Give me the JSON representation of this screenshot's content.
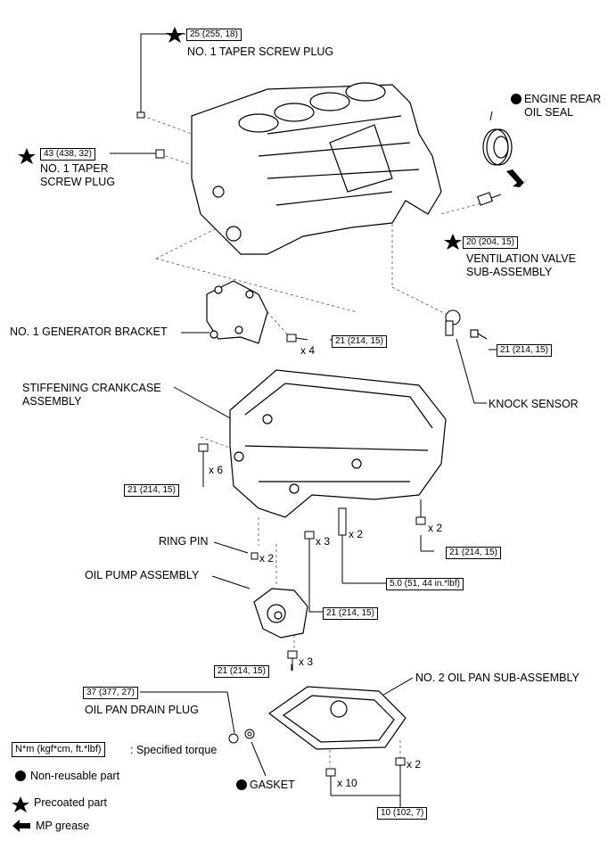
{
  "labels": {
    "taper_plug_top": "NO. 1 TAPER SCREW PLUG",
    "taper_plug_left": [
      "NO. 1 TAPER",
      "SCREW PLUG"
    ],
    "engine_rear_oil_seal": [
      "ENGINE REAR",
      "OIL SEAL"
    ],
    "ventilation_valve": [
      "VENTILATION VALVE",
      "SUB-ASSEMBLY"
    ],
    "generator_bracket": "NO. 1 GENERATOR BRACKET",
    "knock_sensor": "KNOCK SENSOR",
    "stiffening_crankcase": [
      "STIFFENING CRANKCASE",
      "ASSEMBLY"
    ],
    "ring_pin": "RING PIN",
    "oil_pump": "OIL PUMP ASSEMBLY",
    "oil_pan": "NO. 2 OIL PAN SUB-ASSEMBLY",
    "drain_plug": "OIL PAN DRAIN PLUG",
    "gasket": "GASKET"
  },
  "torques": {
    "t_top_plug": "25 (255, 18)",
    "t_left_plug": "43 (438, 32)",
    "t_vent_valve": "20 (204, 15)",
    "t_bracket": "21 (214, 15)",
    "t_knock": "21 (214, 15)",
    "t_crank_left": "21 (214, 15)",
    "t_crank_right": "21 (214, 15)",
    "t_stud": "5.0 (51, 44 in.*lbf)",
    "t_pump_mid": "21 (214, 15)",
    "t_pump_low": "21 (214, 15)",
    "t_drain": "37 (377, 27)",
    "t_pan": "10 (102, 7)"
  },
  "quantities": {
    "q_bracket": "x 4",
    "q_crank_left": "x 6",
    "q_stud": "x 2",
    "q_crank_right": "x 2",
    "q_ring_pin": "x 2",
    "q_pump_mid": "x 3",
    "q_pump_low": "x 3",
    "q_pan_bolt": "x 2",
    "q_pan_bolt10": "x 10"
  },
  "legend": {
    "torque_box": "N*m (kgf*cm, ft.*lbf)",
    "torque_text": ": Specified torque",
    "non_reusable": "Non-reusable part",
    "precoated": "Precoated part",
    "mp_grease": "MP grease"
  }
}
